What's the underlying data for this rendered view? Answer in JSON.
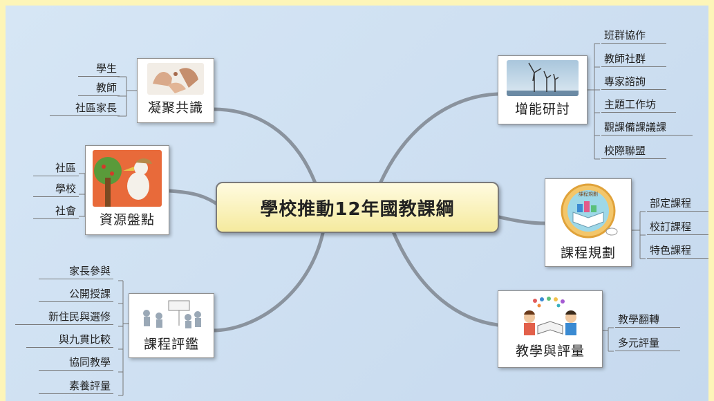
{
  "central_topic": "學校推動12年國教課綱",
  "branches": {
    "consensus": {
      "label": "凝聚共識",
      "icon": "hands-icon",
      "items": [
        "學生",
        "教師",
        "社區家長"
      ]
    },
    "resources": {
      "label": "資源盤點",
      "icon": "bird-tree-icon",
      "items": [
        "社區",
        "學校",
        "社會"
      ]
    },
    "evaluation": {
      "label": "課程評鑑",
      "icon": "presentation-icon",
      "items": [
        "家長參與",
        "公開授課",
        "新住民與選修",
        "與九貫比較",
        "協同教學",
        "素養評量"
      ]
    },
    "research": {
      "label": "增能研討",
      "icon": "windmill-icon",
      "items": [
        "班群協作",
        "教師社群",
        "專家諮詢",
        "主題工作坊",
        "觀課備課議課",
        "校際聯盟"
      ]
    },
    "planning": {
      "label": "課程規劃",
      "icon": "book-badge-icon",
      "badge_text": "課程規劃",
      "items": [
        "部定課程",
        "校訂課程",
        "特色課程"
      ]
    },
    "teaching": {
      "label": "教學與評量",
      "icon": "kids-reading-icon",
      "items": [
        "教學翻轉",
        "多元評量"
      ]
    }
  },
  "colors": {
    "page_border": "#fdf5b8",
    "canvas": "#cddff0",
    "branch_line": "#8a939e",
    "central_fill": "#f5ea9e"
  }
}
